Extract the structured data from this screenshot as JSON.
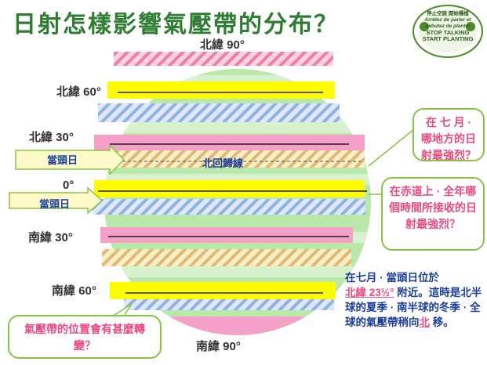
{
  "title": "日射怎樣影響氣壓帶的分布？",
  "latitudes": {
    "n90": "北緯 90°",
    "n60": "北緯 60°",
    "n30": "北緯 30°",
    "eq": "0°",
    "s30": "南緯 30°",
    "s60": "南緯 60°",
    "s90": "南緯 90°"
  },
  "tropic_label": "北回歸線",
  "sun_arrow_1": "當頭日",
  "sun_arrow_2": "當頭日",
  "callouts": {
    "july": "在 七 月 · 哪地方的日射最強烈？",
    "equator": "在赤道上 · 全年哪個時間所接收的日射最強烈？",
    "shift": "氣壓帶的位置會有甚麼轉變？"
  },
  "info": {
    "line1": "在七月 · 當頭日位於",
    "blank1": "北緯 23½°",
    "line2": " 附近。這時是北半球的夏季 · 南半球的冬季 · 全球的氣壓帶稍向",
    "blank2": "北",
    "line3": " 移。"
  },
  "logo": {
    "line1": "停止空談 開始種植",
    "line2": "Arrêtez de parler et débutez de planter",
    "line3": "STOP TALKING START PLANTING"
  },
  "colors": {
    "title": "#2e7d32",
    "globe": "#b9e8a8",
    "pink": "#f5a0c8",
    "yellow": "#fffb00",
    "callout_text": "#e84b7f",
    "callout_border": "#86c347",
    "arrow_fill": "#fffbc8"
  }
}
